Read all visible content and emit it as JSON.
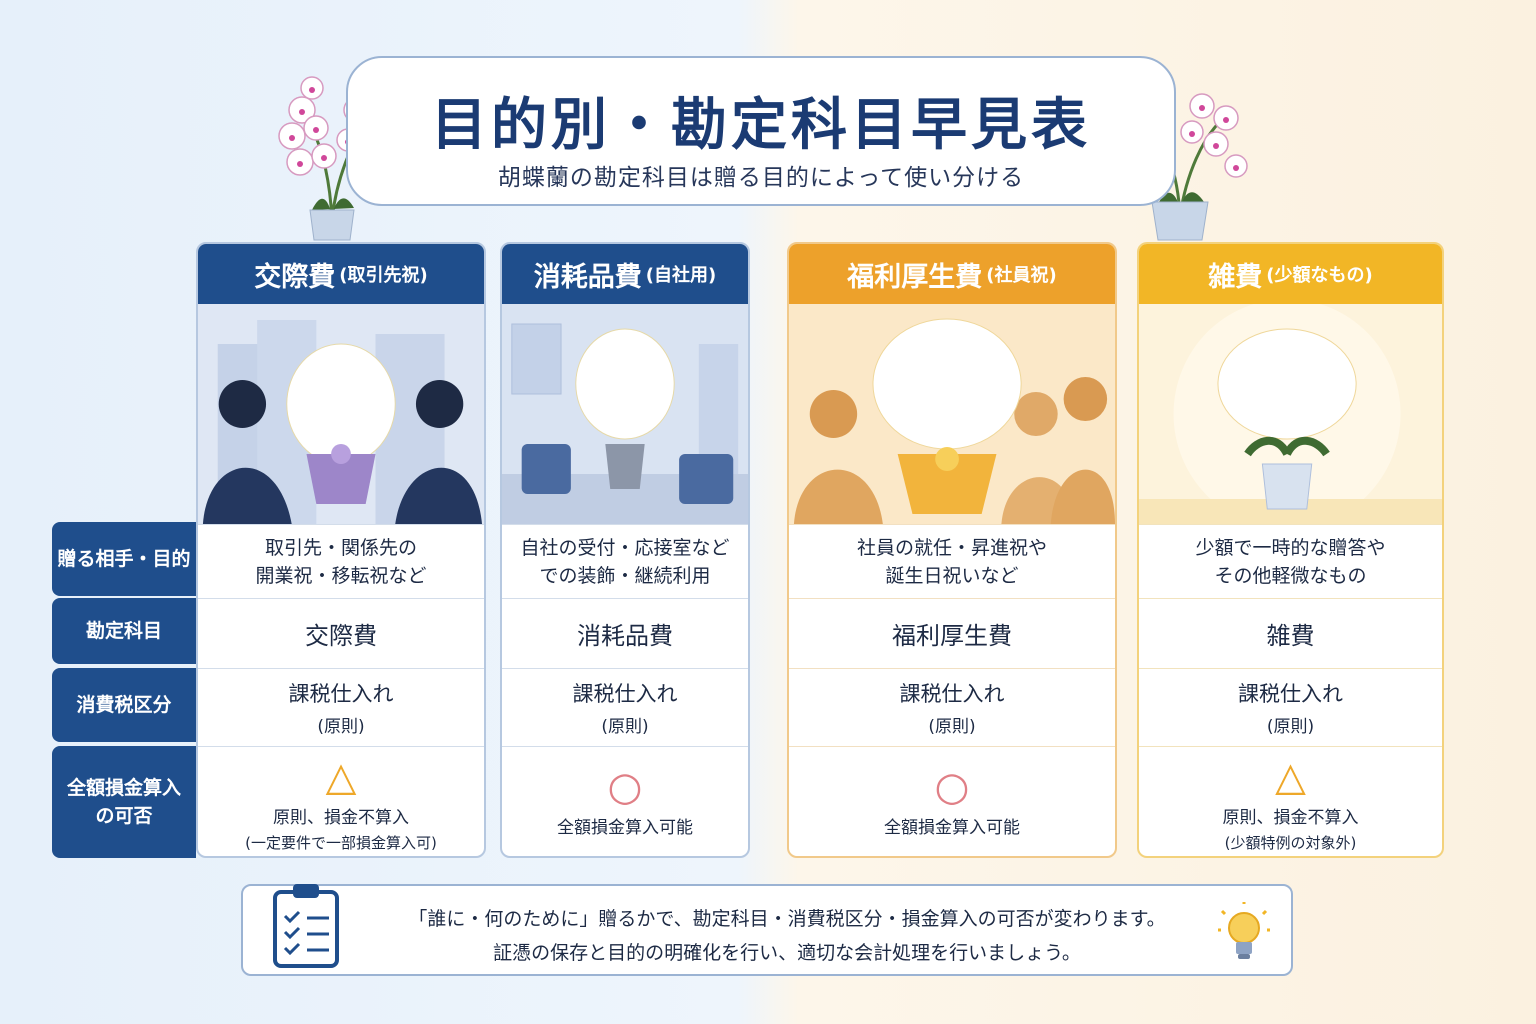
{
  "title": "目的別・勘定科目早見表",
  "subtitle": "胡蝶蘭の勘定科目は贈る目的によって使い分ける",
  "row_labels": {
    "purpose": "贈る相手・目的",
    "account": "勘定科目",
    "tax": "消費税区分",
    "deduct_l1": "全額損金算入",
    "deduct_l2": "の可否"
  },
  "columns": [
    {
      "head_main": "交際費",
      "head_sub": "(取引先祝)",
      "purpose_l1": "取引先・関係先の",
      "purpose_l2": "開業祝・移転祝など",
      "account": "交際費",
      "tax_l1": "課税仕入れ",
      "tax_l2": "(原則)",
      "mark": "△",
      "deduct_l1": "原則、損金不算入",
      "deduct_l2": "(一定要件で一部損金算入可)"
    },
    {
      "head_main": "消耗品費",
      "head_sub": "(自社用)",
      "purpose_l1": "自社の受付・応接室など",
      "purpose_l2": "での装飾・継続利用",
      "account": "消耗品費",
      "tax_l1": "課税仕入れ",
      "tax_l2": "(原則)",
      "mark": "○",
      "deduct_l1": "全額損金算入可能",
      "deduct_l2": ""
    },
    {
      "head_main": "福利厚生費",
      "head_sub": "(社員祝)",
      "purpose_l1": "社員の就任・昇進祝や",
      "purpose_l2": "誕生日祝いなど",
      "account": "福利厚生費",
      "tax_l1": "課税仕入れ",
      "tax_l2": "(原則)",
      "mark": "○",
      "deduct_l1": "全額損金算入可能",
      "deduct_l2": ""
    },
    {
      "head_main": "雑費",
      "head_sub": "(少額なもの)",
      "purpose_l1": "少額で一時的な贈答や",
      "purpose_l2": "その他軽微なもの",
      "account": "雑費",
      "tax_l1": "課税仕入れ",
      "tax_l2": "(原則)",
      "mark": "△",
      "deduct_l1": "原則、損金不算入",
      "deduct_l2": "(少額特例の対象外)"
    }
  ],
  "note": {
    "line1": "「誰に・何のために」贈るかで、勘定科目・消費税区分・損金算入の可否が変わります。",
    "line2": "証憑の保存と目的の明確化を行い、適切な会計処理を行いましょう。"
  },
  "colors": {
    "navy": "#1f4e8c",
    "orange": "#eda12b",
    "yellow": "#f2b626",
    "triangle": "#eea82a",
    "circle": "#e07f86"
  }
}
